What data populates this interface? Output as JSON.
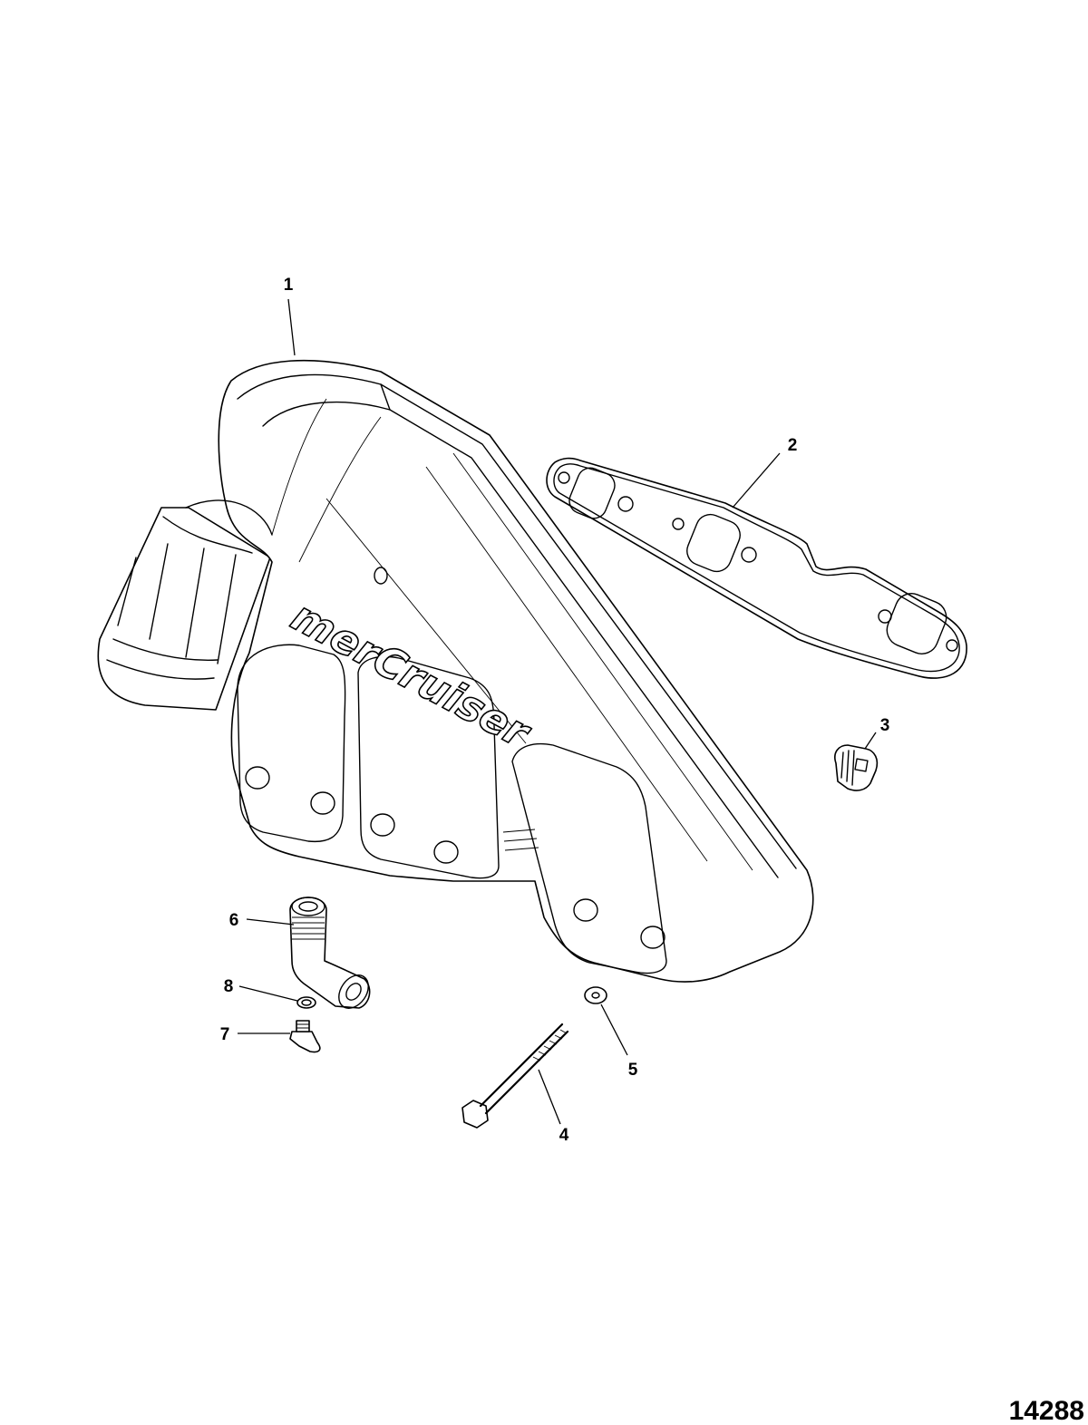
{
  "figure": {
    "number": "14288",
    "callouts": [
      "1",
      "2",
      "3",
      "4",
      "5",
      "6",
      "7",
      "8"
    ],
    "logo_text": "merCruiser"
  }
}
